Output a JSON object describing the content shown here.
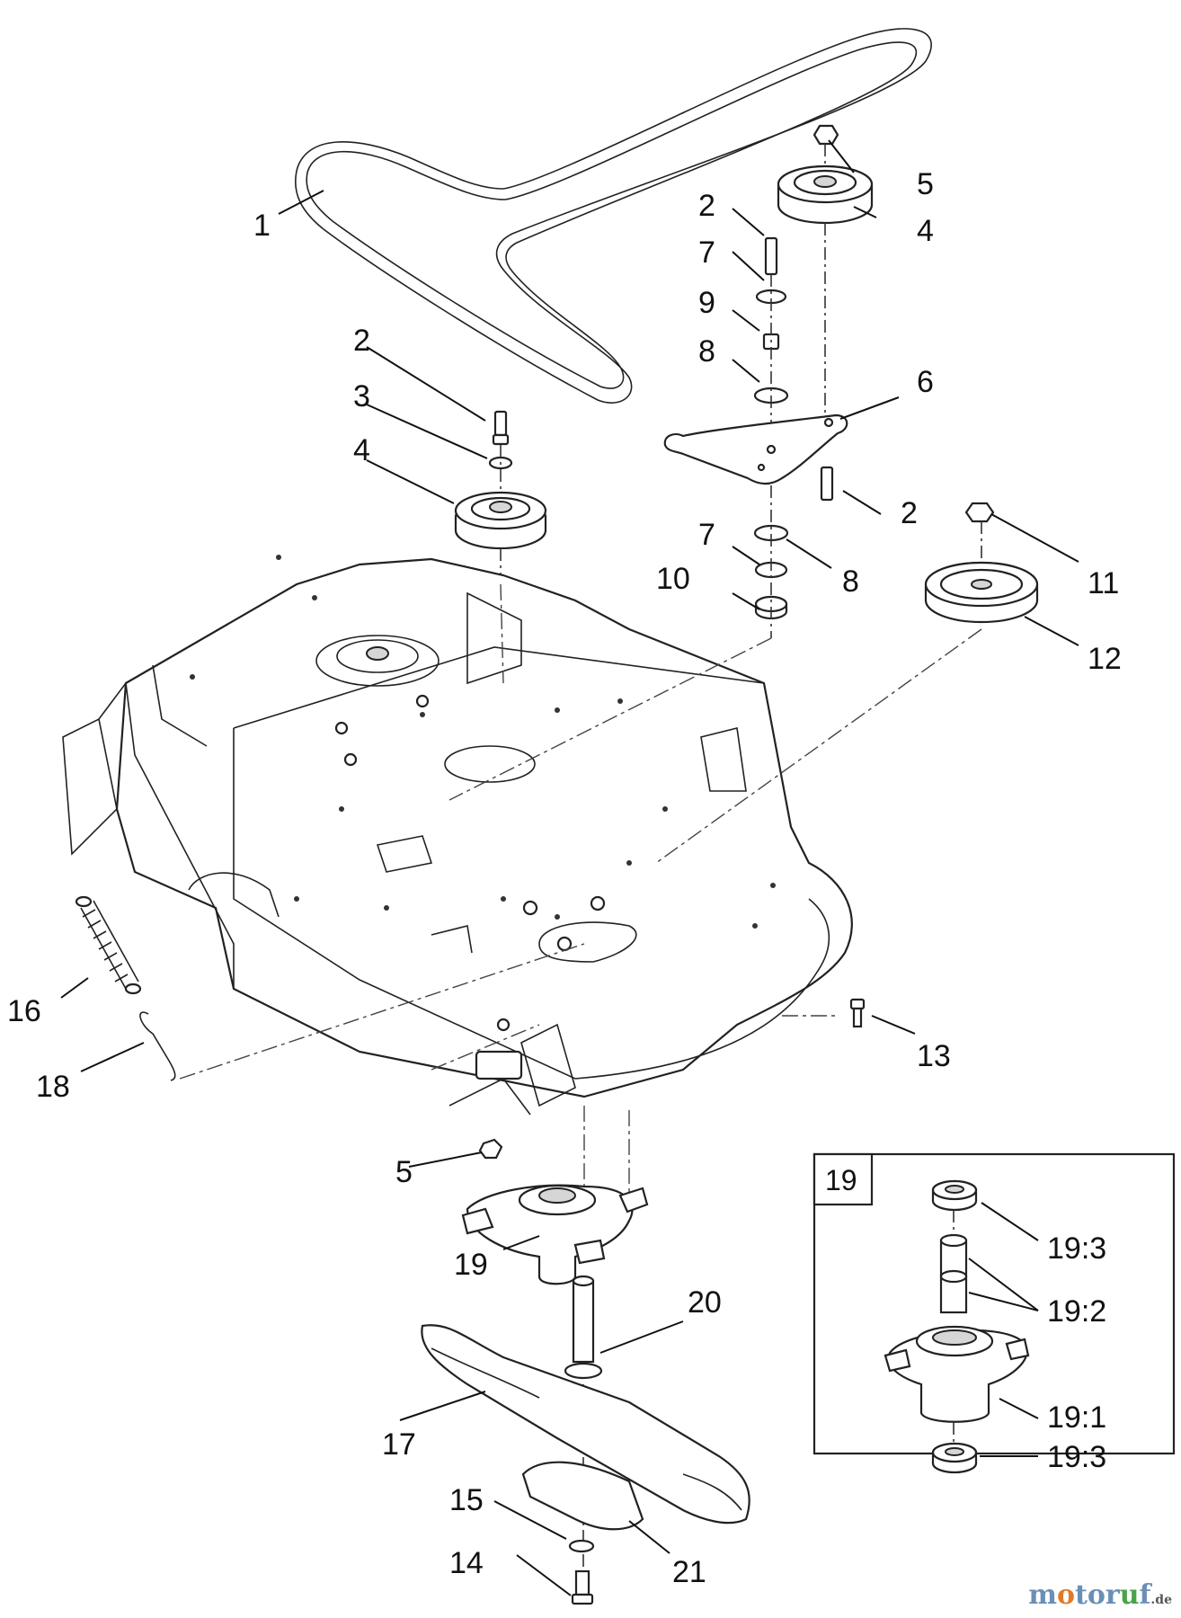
{
  "callouts": [
    {
      "id": "c1",
      "label": "1"
    },
    {
      "id": "c2a",
      "label": "2"
    },
    {
      "id": "c2b",
      "label": "2"
    },
    {
      "id": "c2c",
      "label": "2"
    },
    {
      "id": "c3",
      "label": "3"
    },
    {
      "id": "c4a",
      "label": "4"
    },
    {
      "id": "c4b",
      "label": "4"
    },
    {
      "id": "c5a",
      "label": "5"
    },
    {
      "id": "c5b",
      "label": "5"
    },
    {
      "id": "c6",
      "label": "6"
    },
    {
      "id": "c7a",
      "label": "7"
    },
    {
      "id": "c7b",
      "label": "7"
    },
    {
      "id": "c8a",
      "label": "8"
    },
    {
      "id": "c8b",
      "label": "8"
    },
    {
      "id": "c9",
      "label": "9"
    },
    {
      "id": "c10",
      "label": "10"
    },
    {
      "id": "c11",
      "label": "11"
    },
    {
      "id": "c12",
      "label": "12"
    },
    {
      "id": "c13",
      "label": "13"
    },
    {
      "id": "c14",
      "label": "14"
    },
    {
      "id": "c15",
      "label": "15"
    },
    {
      "id": "c16",
      "label": "16"
    },
    {
      "id": "c17",
      "label": "17"
    },
    {
      "id": "c18",
      "label": "18"
    },
    {
      "id": "c19",
      "label": "19"
    },
    {
      "id": "c20",
      "label": "20"
    },
    {
      "id": "c21",
      "label": "21"
    }
  ],
  "inset": {
    "title": "19",
    "callouts": [
      {
        "id": "i3a",
        "label": "19:3"
      },
      {
        "id": "i2",
        "label": "19:2"
      },
      {
        "id": "i1",
        "label": "19:1"
      },
      {
        "id": "i3b",
        "label": "19:3"
      }
    ]
  },
  "watermark": {
    "text_main": "m",
    "text_o1": "o",
    "text_mid": "tor",
    "text_u": "u",
    "text_end": "f",
    "tld": ".de"
  },
  "colors": {
    "line": "#222222",
    "watermark_blue": "#6a8fb8",
    "watermark_orange": "#e07a2a",
    "watermark_green": "#4aa34a"
  }
}
